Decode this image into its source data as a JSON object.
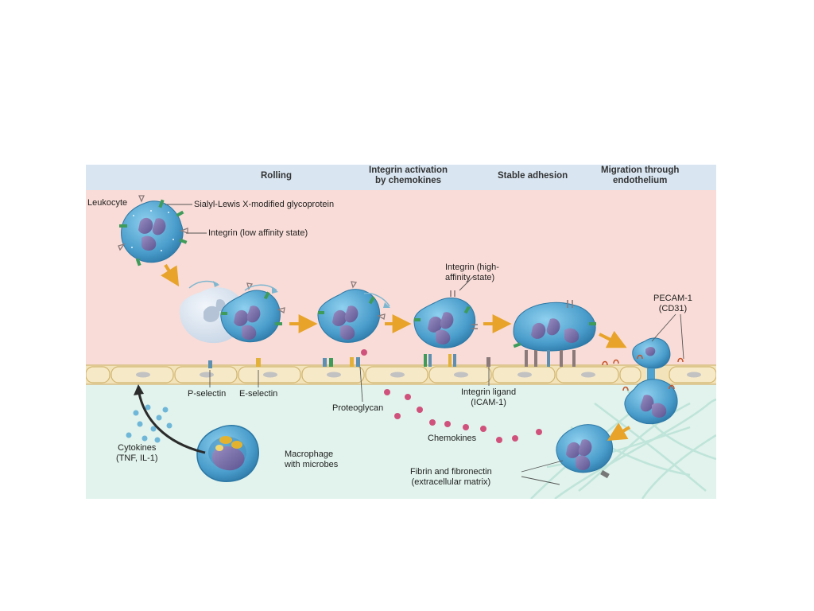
{
  "headers": {
    "rolling": "Rolling",
    "integrin_activation_l1": "Integrin activation",
    "integrin_activation_l2": "by chemokines",
    "stable_adhesion": "Stable adhesion",
    "migration_l1": "Migration through",
    "migration_l2": "endothelium"
  },
  "labels": {
    "leukocyte": "Leukocyte",
    "sialyl_lewis": "Sialyl-Lewis X-modified glycoprotein",
    "integrin_low": "Integrin (low affinity state)",
    "integrin_high_l1": "Integrin (high-",
    "integrin_high_l2": "affinity state)",
    "pecam_l1": "PECAM-1",
    "pecam_l2": "(CD31)",
    "p_selectin": "P-selectin",
    "e_selectin": "E-selectin",
    "proteoglycan": "Proteoglycan",
    "integrin_ligand_l1": "Integrin ligand",
    "integrin_ligand_l2": "(ICAM-1)",
    "chemokines": "Chemokines",
    "cytokines_l1": "Cytokines",
    "cytokines_l2": "(TNF, IL-1)",
    "macrophage_l1": "Macrophage",
    "macrophage_l2": "with microbes",
    "fibrin_l1": "Fibrin and fibronectin",
    "fibrin_l2": "(extracellular matrix)"
  },
  "colors": {
    "header_band": "#d9e6f2",
    "vessel_lumen": "#f9dcd7",
    "tissue": "#e1f3ec",
    "endothelium": "#f3e3bb",
    "cell_body": "#4ea2cf",
    "nucleus": "#7d72aa",
    "arrow": "#e8a32a",
    "chemokine": "#d0527c"
  }
}
